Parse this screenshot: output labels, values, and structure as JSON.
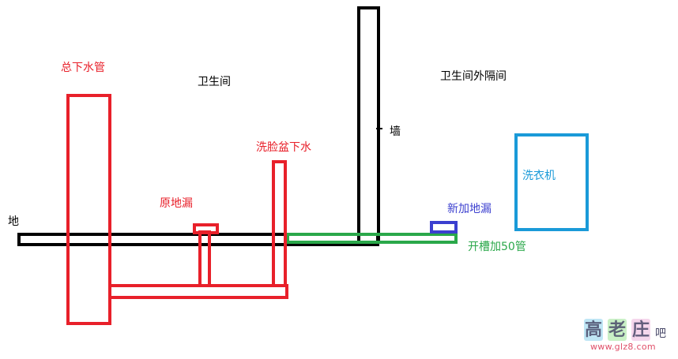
{
  "labels": {
    "main_drain": "总下水管",
    "bathroom": "卫生间",
    "outside_bathroom": "卫生间外隔间",
    "wall": "墙",
    "basin_drain": "洗脸盆下水",
    "original_floor_drain": "原地漏",
    "floor": "地",
    "new_floor_drain": "新加地漏",
    "groove_pipe": "开槽加50管",
    "washing_machine": "洗衣机"
  },
  "watermark": {
    "chars": [
      "高",
      "老",
      "庄"
    ],
    "suffix": "吧",
    "url": "www.glz8.com"
  },
  "colors": {
    "red": "#e8202a",
    "black": "#000000",
    "blue": "#3b3fcf",
    "green": "#2aa84a",
    "cyan": "#1a9ad8"
  }
}
